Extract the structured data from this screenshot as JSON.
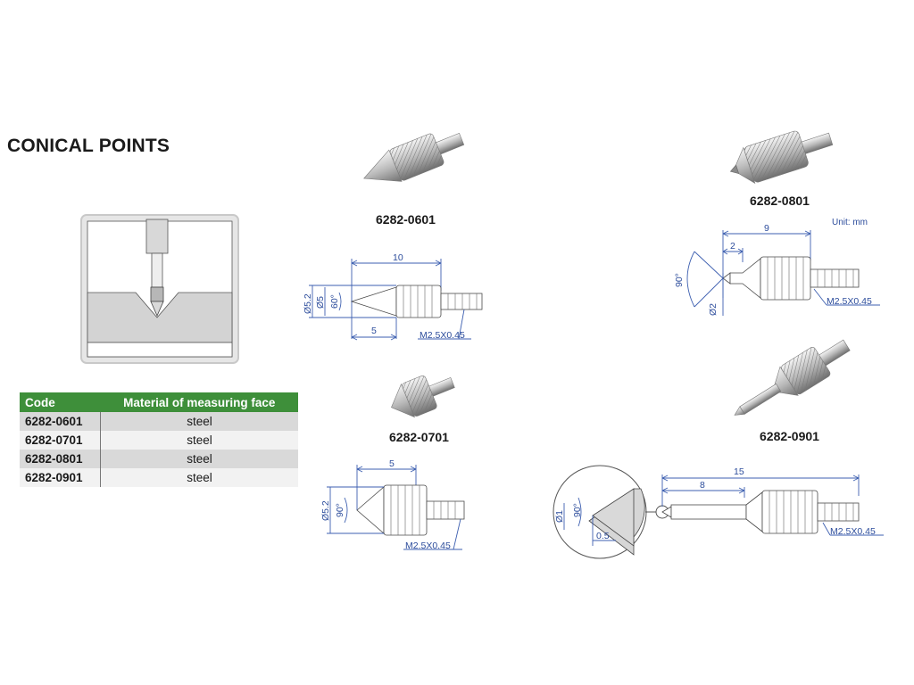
{
  "title": "CONICAL POINTS",
  "table": {
    "headers": [
      "Code",
      "Material of measuring face"
    ],
    "rows": [
      {
        "code": "6282-0601",
        "material": "steel"
      },
      {
        "code": "6282-0701",
        "material": "steel"
      },
      {
        "code": "6282-0801",
        "material": "steel"
      },
      {
        "code": "6282-0901",
        "material": "steel"
      }
    ]
  },
  "products": {
    "p0601": {
      "label": "6282-0601",
      "dims": {
        "length": "10",
        "dia_outer": "Ø5.2",
        "dia_inner": "Ø5",
        "angle": "60°",
        "tip_len": "5",
        "thread": "M2.5X0.45"
      }
    },
    "p0701": {
      "label": "6282-0701",
      "dims": {
        "length": "5",
        "dia": "Ø5.2",
        "angle": "90°",
        "thread": "M2.5X0.45"
      }
    },
    "p0801": {
      "label": "6282-0801",
      "unit": "Unit: mm",
      "dims": {
        "length": "9",
        "tip_len": "2",
        "angle": "90°",
        "dia": "Ø2",
        "thread": "M2.5X0.45"
      }
    },
    "p0901": {
      "label": "6282-0901",
      "dims": {
        "length": "15",
        "shaft_len": "8",
        "dia": "Ø1",
        "angle": "90°",
        "tip_len": "0.5",
        "thread": "M2.5X0.45"
      }
    }
  },
  "colors": {
    "header_green": "#3e8f3a",
    "dimension_blue": "#2d4d9c"
  }
}
